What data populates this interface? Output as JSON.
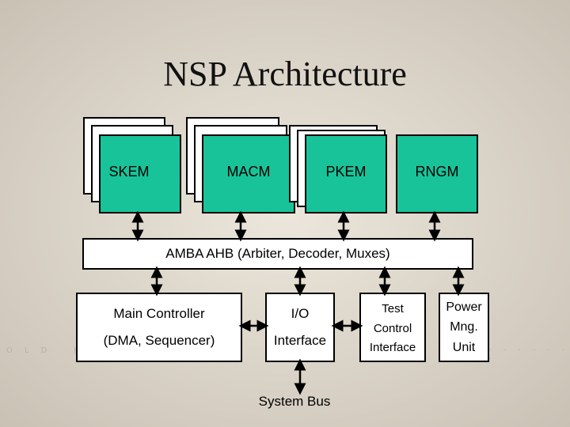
{
  "title": "NSP Architecture",
  "modules": [
    {
      "label": "SKEM"
    },
    {
      "label": "MACM"
    },
    {
      "label": "PKEM"
    },
    {
      "label": "RNGM"
    }
  ],
  "bus": {
    "label": "AMBA AHB (Arbiter, Decoder, Muxes)"
  },
  "main_controller": {
    "line1": "Main Controller",
    "line2": "(DMA, Sequencer)"
  },
  "io": {
    "line1": "I/O",
    "line2": "Interface"
  },
  "test": {
    "line1": "Test",
    "line2": "Control",
    "line3": "Interface"
  },
  "power": {
    "line1": "Power",
    "line2": "Mng.",
    "line3": "Unit"
  },
  "system_bus": {
    "label": "System Bus"
  },
  "colors": {
    "module_fill": "#19c39a",
    "box_fill": "#ffffff",
    "stroke": "#000000"
  }
}
